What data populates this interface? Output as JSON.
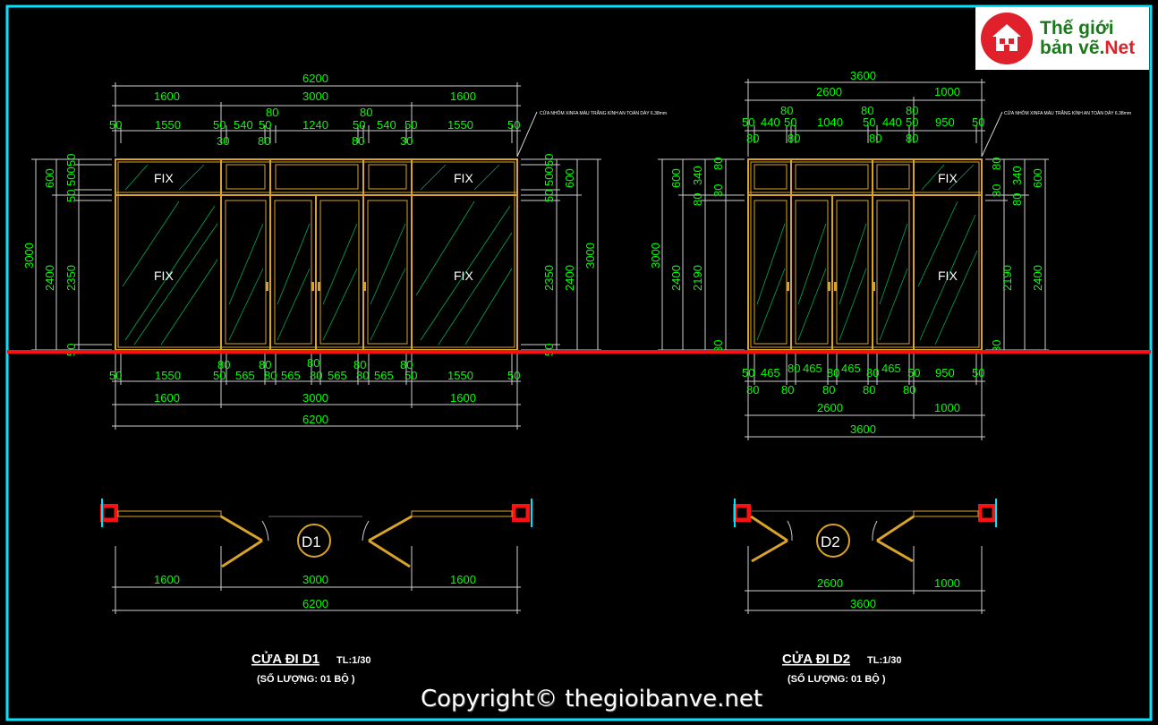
{
  "logo": {
    "line1": "Thế giới",
    "line2": "bản vẽ.",
    "line2_accent": "Net",
    "icon": "house-icon"
  },
  "copyright": "Copyright© thegioibanve.net",
  "colors": {
    "dim": "#00ff00",
    "frame": "#d9a32a",
    "cyan": "#00e5ff",
    "red": "#ff1010",
    "glass": "#00c060"
  },
  "d1": {
    "overall": "6200",
    "top_sub": [
      "1600",
      "3000",
      "1600"
    ],
    "top_80_a": "80",
    "top_80_b": "80",
    "top_detail": [
      "50",
      "1550",
      "50",
      "540",
      "50",
      "1240",
      "50",
      "540",
      "50",
      "1550",
      "50"
    ],
    "top_detail_below": [
      "30",
      "80",
      "80",
      "30"
    ],
    "note": "CỬA NHÔM XINFA MÀU TRẮNG KÍNH AN TOÀN DÀY 6.38mm",
    "fix": "FIX",
    "left_dims": [
      "3000",
      "600",
      "2400",
      "500",
      "2350",
      "50",
      "50",
      "50"
    ],
    "right_dims": [
      "3000",
      "600",
      "2400",
      "500",
      "2350",
      "50",
      "50",
      "50"
    ],
    "bottom_detail_top": [
      "80",
      "80",
      "80",
      "80",
      "80"
    ],
    "bottom_detail": [
      "50",
      "1550",
      "50",
      "565",
      "80",
      "565",
      "80",
      "565",
      "80",
      "565",
      "50",
      "1550",
      "50"
    ],
    "bottom_sub": [
      "1600",
      "3000",
      "1600"
    ],
    "bottom_overall": "6200",
    "plan_tag": "D1",
    "plan_dims": [
      "1600",
      "3000",
      "1600"
    ],
    "plan_overall": "6200",
    "title": "CỬA ĐI D1",
    "scale": "TL:1/30",
    "qty": "(SỐ LƯỢNG: 01 BỘ )"
  },
  "d2": {
    "overall": "3600",
    "top_sub": [
      "2600",
      "1000"
    ],
    "top_80_a": "80",
    "top_80_b": "80",
    "top_detail": [
      "50",
      "440",
      "50",
      "1040",
      "50",
      "440",
      "50",
      "950",
      "50"
    ],
    "top_detail_below": [
      "80",
      "80",
      "80",
      "80"
    ],
    "note": "CỬA NHÔM XINFA MÀU TRẮNG KÍNH AN TOÀN DÀY 6.38mm",
    "fix": "FIX",
    "left_dims": [
      "3000",
      "600",
      "2400",
      "340",
      "2190",
      "80",
      "30",
      "80",
      "30"
    ],
    "right_dims": [
      "600",
      "2400",
      "340",
      "2190",
      "80",
      "30",
      "80",
      "30"
    ],
    "bottom_detail": [
      "50",
      "465",
      "80",
      "465",
      "80",
      "465",
      "80",
      "465",
      "50",
      "950",
      "50"
    ],
    "bottom_detail_below": [
      "80",
      "80",
      "80",
      "80",
      "80"
    ],
    "bottom_sub": [
      "2600",
      "1000"
    ],
    "bottom_overall": "3600",
    "plan_tag": "D2",
    "plan_dims": [
      "2600",
      "1000"
    ],
    "plan_overall": "3600",
    "title": "CỬA ĐI D2",
    "scale": "TL:1/30",
    "qty": "(SỐ LƯỢNG: 01 BỘ )"
  }
}
